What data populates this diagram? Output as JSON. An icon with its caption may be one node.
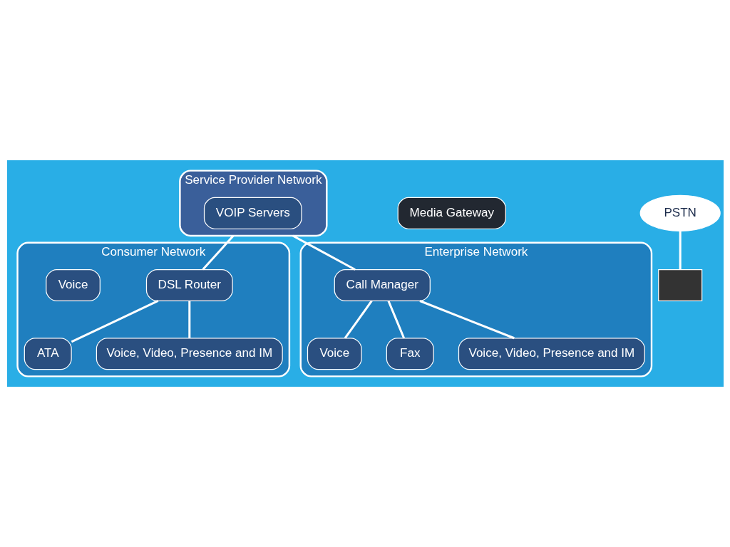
{
  "diagram": {
    "nodes": [
      {
        "text": [
          "Service Provider Network"
        ]
      },
      {
        "text": [
          "VOIP Servers"
        ],
        "in": 0
      },
      {
        "text": [
          "Media Gateway"
        ]
      },
      {
        "text": [
          "PSTN"
        ]
      },
      {
        "text": [],
        "shape": "box"
      },
      {
        "text": [
          "Consumer Network"
        ]
      },
      {
        "text": [
          "DSL Router"
        ],
        "in": 5
      },
      {
        "text": [
          "ATA"
        ],
        "in": 5
      },
      {
        "text": [
          "Voice"
        ],
        "in": 5
      },
      {
        "text": [
          "Voice, Video, Presence and IM"
        ],
        "in": 5
      },
      {
        "text": [
          "Enterprise Network"
        ]
      },
      {
        "text": [
          "Call Manager"
        ],
        "in": 10
      },
      {
        "text": [
          "Voice"
        ],
        "in": 10
      },
      {
        "text": [
          "Fax"
        ],
        "in": 10
      },
      {
        "text": [
          "Voice, Video, Presence and IM"
        ],
        "in": 10
      }
    ],
    "edges": [
      {
        "from": 3,
        "to": 4,
        "arrow": "none"
      },
      {
        "from": 0,
        "to": 6,
        "arrow": "none"
      },
      {
        "from": 0,
        "to": 11,
        "arrow": "none"
      },
      {
        "from": 6,
        "to": 7,
        "arrow": "none"
      },
      {
        "from": 6,
        "to": 9,
        "arrow": "none"
      },
      {
        "from": 11,
        "to": 12,
        "arrow": "none"
      },
      {
        "from": 11,
        "to": 13,
        "arrow": "none"
      },
      {
        "from": 11,
        "to": 14,
        "arrow": "none"
      }
    ]
  }
}
